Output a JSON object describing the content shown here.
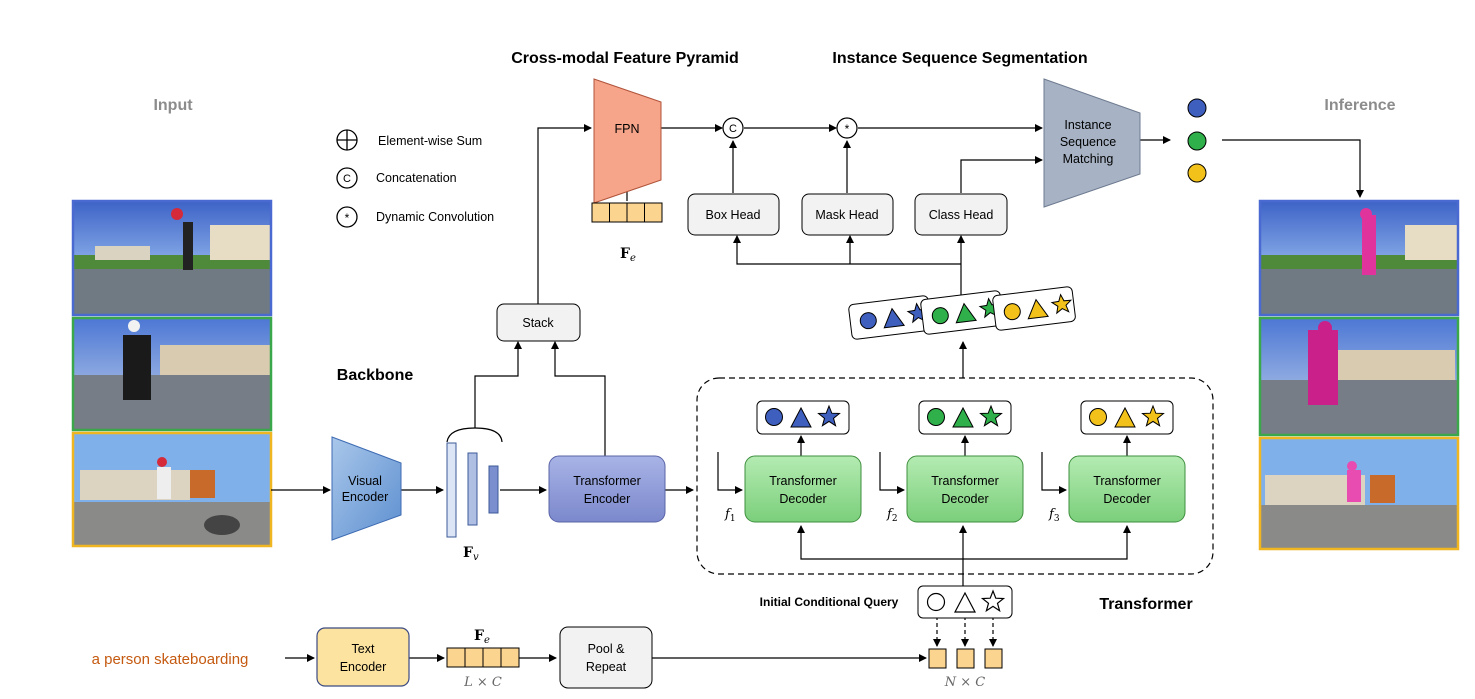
{
  "headings": {
    "cross_modal": "Cross-modal Feature Pyramid",
    "instance_seq": "Instance Sequence Segmentation",
    "input": "Input",
    "inference": "Inference",
    "backbone": "Backbone",
    "transformer": "Transformer"
  },
  "legend": {
    "sum": "Element-wise Sum",
    "concat": "Concatenation",
    "dynconv": "Dynamic Convolution",
    "concat_symbol": "C",
    "dynconv_symbol": "*"
  },
  "blocks": {
    "fpn": "FPN",
    "box_head": "Box Head",
    "mask_head": "Mask Head",
    "class_head": "Class Head",
    "matching": [
      "Instance",
      "Sequence",
      "Matching"
    ],
    "stack": "Stack",
    "visual_encoder": [
      "Visual",
      "Encoder"
    ],
    "transformer_encoder": [
      "Transformer",
      "Encoder"
    ],
    "transformer_decoder": [
      "Transformer",
      "Decoder"
    ],
    "text_encoder": [
      "Text",
      "Encoder"
    ],
    "pool_repeat": [
      "Pool &",
      "Repeat"
    ]
  },
  "symbols": {
    "fe": "F",
    "fe_sub": "e",
    "fv": "F",
    "fv_sub": "v",
    "f": "f",
    "f1": "1",
    "f2": "2",
    "f3": "3",
    "lxc": "L × C",
    "nxc": "N × C"
  },
  "query_label": "Initial Conditional Query",
  "text_input": "a person skateboarding",
  "colors": {
    "instance_1": "#3f5fbf",
    "instance_2": "#2fb04a",
    "instance_3": "#f2c21a",
    "fpn": "#f7a58a",
    "encoder_blue": "#8e9bd6",
    "decoder_green": "#8fd68f",
    "text_encoder": "#fde3a0",
    "token": "#fbd58f",
    "matching": "#a7b3c5",
    "text_input": "#c55a11",
    "heading_gray": "#8c8c8c",
    "mask_pink": "#e0339b"
  },
  "icons": [
    "circle-plus-icon",
    "circle-c-icon",
    "circle-star-icon",
    "circle-icon",
    "triangle-icon",
    "star-icon"
  ]
}
